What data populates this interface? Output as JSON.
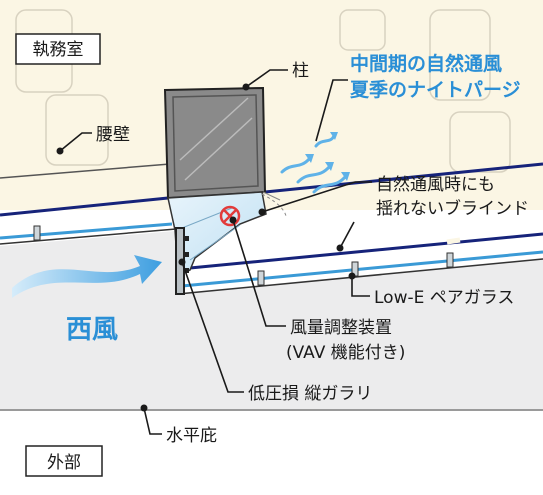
{
  "labels": {
    "room": "執務室",
    "outside": "外部",
    "column": "柱",
    "waist_wall": "腰壁",
    "natural_vent_line1": "中間期の自然通風",
    "natural_vent_line2": "夏季のナイトパージ",
    "blind_line1": "自然通風時にも",
    "blind_line2": "揺れないブラインド",
    "west_wind": "西風",
    "lowe_glass": "Low-E ペアガラス",
    "vav_line1": "風量調整装置",
    "vav_line2": "(VAV 機能付き)",
    "louver": "低圧損 縦ガラリ",
    "eave": "水平庇"
  },
  "colors": {
    "room_floor": "#fbf6e4",
    "outside_zone": "#ececed",
    "blue_text": "#2a8fd6",
    "column_fill": "#8a8a8a",
    "blind_line": "#16237a",
    "glass_line": "#3a9ad6",
    "vav_mark": "#e23b3b"
  }
}
